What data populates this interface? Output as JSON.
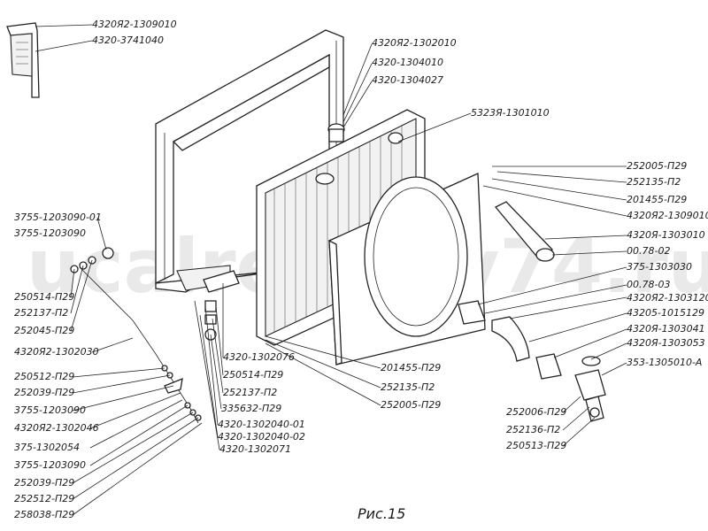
{
  "watermark": "ucalrekre.v74.ru",
  "caption": "Рис.15",
  "labels": {
    "top_a": "4320Я2-1309010",
    "top_b": "4320-3741040",
    "cap_a": "4320Я2-1302010",
    "cap_b": "4320-1304010",
    "cap_c": "4320-1304027",
    "core": "5323Я-1301010",
    "r1": "252005-П29",
    "r2": "252135-П2",
    "r3": "201455-П29",
    "r4": "4320Я2-1309010",
    "r5": "4320Я-1303010",
    "r6": "00.78-02",
    "r7": "375-1303030",
    "r8": "00.78-03",
    "r9": "4320Я2-1303120",
    "r10": "43205-1015129",
    "r11": "4320Я-1303041",
    "r12": "4320Я-1303053",
    "r13": "353-1305010-А",
    "b1": "252006-П29",
    "b2": "252136-П2",
    "b3": "250513-П29",
    "m1": "201455-П29",
    "m2": "252135-П2",
    "m3": "252005-П29",
    "c1": "4320-1302076",
    "c2": "250514-П29",
    "c3": "252137-П2",
    "c4": "335632-П29",
    "c5": "4320-1302040-01",
    "c6": "4320-1302040-02",
    "c7": "4320-1302071",
    "l1": "3755-1203090-01",
    "l2": "3755-1203090",
    "l3": "250514-П29",
    "l4": "252137-П2",
    "l5": "252045-П29",
    "l6": "4320Я2-1302030",
    "l7": "250512-П29",
    "l8": "252039-П29",
    "l9": "3755-1203090",
    "l10": "4320Я2-1302046",
    "l11": "375-1302054",
    "l12": "3755-1203090",
    "l13": "252039-П29",
    "l14": "252512-П29",
    "l15": "258038-П29"
  }
}
